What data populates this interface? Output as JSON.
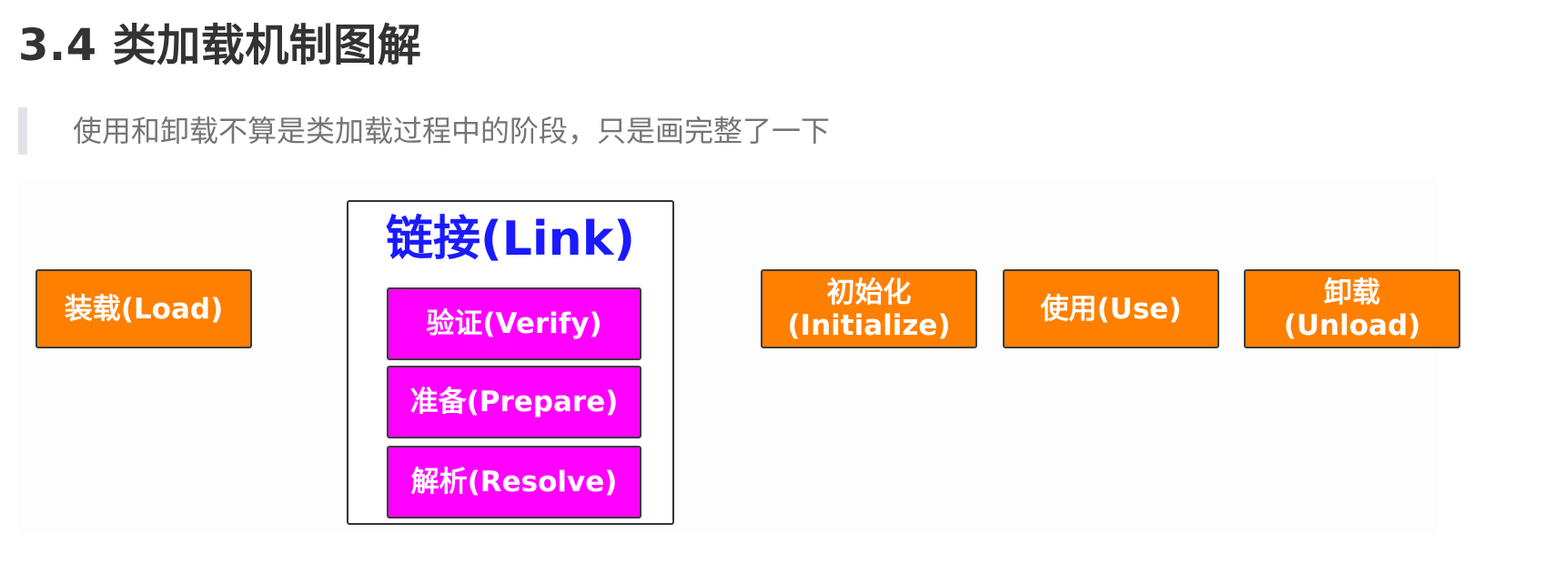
{
  "heading": "3.4 类加载机制图解",
  "note": "使用和卸载不算是类加载过程中的阶段，只是画完整了一下",
  "diagram": {
    "load": "装载(Load)",
    "link": {
      "title": "链接(Link)",
      "verify": "验证(Verify)",
      "prepare": "准备(Prepare)",
      "resolve": "解析(Resolve)"
    },
    "initialize": "初始化\n(Initialize)",
    "use": "使用(Use)",
    "unload": "卸载\n(Unload)"
  },
  "colors": {
    "stage_fill": "#ff7f00",
    "link_substage_fill": "#ff00ff",
    "link_title": "#1a1aff"
  }
}
